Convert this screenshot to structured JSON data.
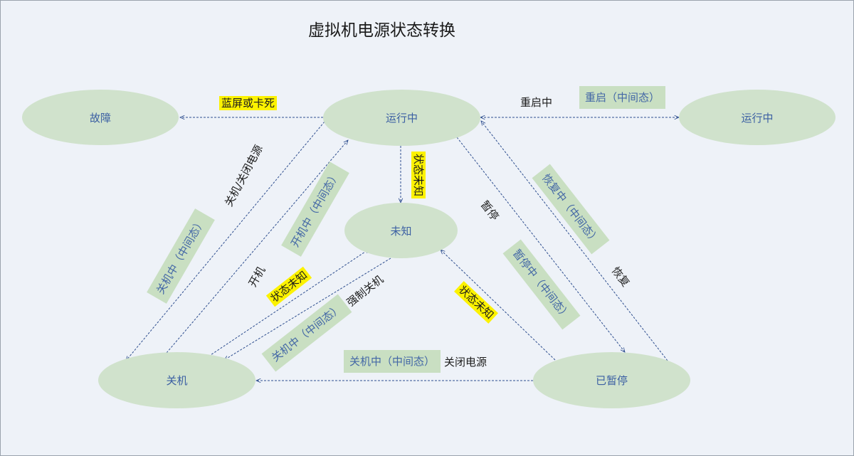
{
  "title": "虚拟机电源状态转换",
  "nodes": {
    "fault": "故障",
    "running": "运行中",
    "running2": "运行中",
    "unknown": "未知",
    "off": "关机",
    "paused": "已暂停"
  },
  "labels": {
    "bluescreen": "蓝屏或卡死",
    "restart": "重启中",
    "restart_box": "重启（中间态）",
    "poweroff_disconnect": "关机/关闭电源",
    "shutting_box_left": "关机中（中间态）",
    "booting_box": "开机中（中间态）",
    "boot": "开机",
    "unknown_state_left": "状态未知",
    "unknown_state_top": "状态未知",
    "force_off": "强制关机",
    "shutting_box_mid": "关机中（中间态）",
    "pause": "暂停",
    "pausing_box": "暂停中（中间态）",
    "resuming_box": "恢复中（中间态）",
    "resume": "恢复",
    "unknown_state_right": "状态未知",
    "shutting_box_bottom": "关机中（中间态）",
    "power_off": "关闭电源"
  },
  "colors": {
    "node_fill": "#d0e2cc",
    "node_text": "#3c60a3",
    "box_fill": "#c9dfc2",
    "highlight": "#fcf200",
    "arrow": "#2f4f8f",
    "background": "#eef2f8"
  }
}
